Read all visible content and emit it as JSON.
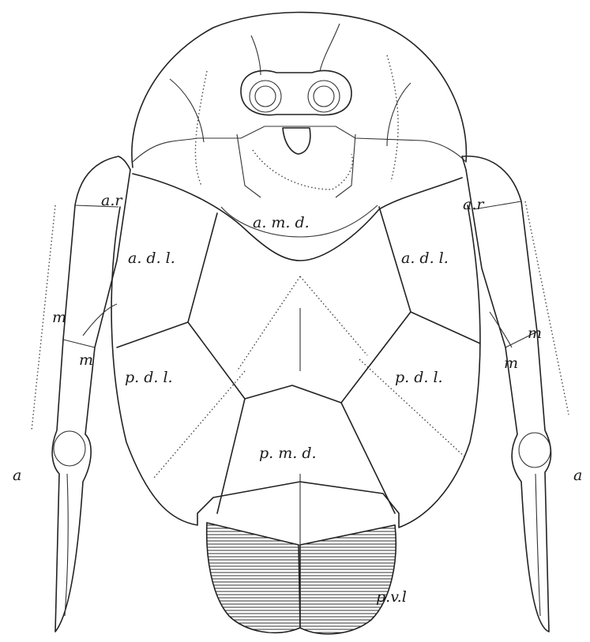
{
  "labels": {
    "ar_left": "a.r",
    "ar_right": "a.r",
    "amd": "a. m. d.",
    "adl_left": "a. d. l.",
    "adl_right": "a. d. l.",
    "m_left_upper": "m",
    "m_left_lower": "m",
    "m_right_upper": "m",
    "m_right_lower": "m",
    "pdl_left": "p. d. l.",
    "pdl_right": "p. d. l.",
    "pmd": "p. m. d.",
    "a_left": "a",
    "a_right": "a",
    "pvl": "p.v.l"
  }
}
